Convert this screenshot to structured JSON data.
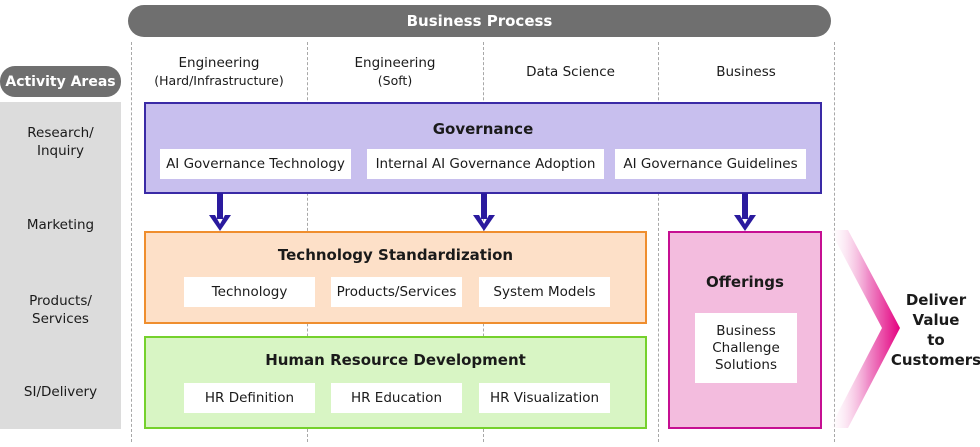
{
  "header": {
    "title": "Business Process"
  },
  "columns": [
    {
      "line1": "Engineering",
      "line2": "(Hard/Infrastructure)"
    },
    {
      "line1": "Engineering",
      "line2": "(Soft)"
    },
    {
      "line1": "Data Science",
      "line2": ""
    },
    {
      "line1": "Business",
      "line2": ""
    }
  ],
  "activity_areas": {
    "title": "Activity Areas",
    "rows": [
      {
        "line1": "Research/",
        "line2": "Inquiry"
      },
      {
        "line1": "Marketing",
        "line2": ""
      },
      {
        "line1": "Products/",
        "line2": "Services"
      },
      {
        "line1": "SI/Delivery",
        "line2": ""
      }
    ]
  },
  "governance": {
    "title": "Governance",
    "items": [
      "AI Governance Technology",
      "Internal AI Governance Adoption",
      "AI Governance Guidelines"
    ]
  },
  "technology": {
    "title": "Technology Standardization",
    "items": [
      "Technology",
      "Products/Services",
      "System Models"
    ]
  },
  "hr": {
    "title": "Human Resource Development",
    "items": [
      "HR Definition",
      "HR Education",
      "HR Visualization"
    ]
  },
  "offerings": {
    "title": "Offerings",
    "item_lines": [
      "Business",
      "Challenge",
      "Solutions"
    ]
  },
  "deliver": {
    "lines": [
      "Deliver",
      "Value",
      "to",
      "Customers"
    ]
  },
  "colors": {
    "governance_fill": "#c8bfee",
    "governance_border": "#3a2aa6",
    "technology_fill": "#fde0c8",
    "technology_border": "#ef8e2e",
    "hr_fill": "#d8f5c4",
    "hr_border": "#75d12c",
    "offerings_fill": "#f3bcde",
    "offerings_border": "#c60f92",
    "arrow": "#2a1a9e",
    "header_fill": "#6f6f6f"
  }
}
